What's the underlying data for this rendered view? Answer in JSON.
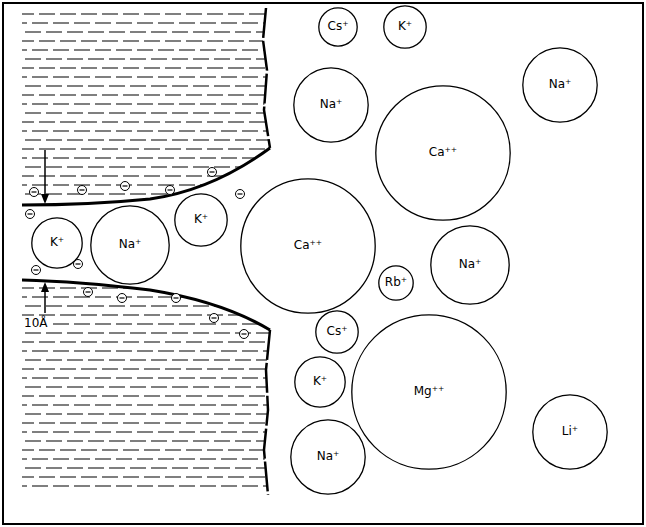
{
  "diagram": {
    "nodes": [
      {
        "text": [
          "Cs⁺"
        ]
      },
      {
        "text": [
          "K⁺"
        ]
      },
      {
        "text": [
          "Na⁺"
        ]
      },
      {
        "text": [
          "Ca⁺⁺"
        ]
      },
      {
        "text": [
          "Na⁺"
        ]
      },
      {
        "text": [
          "K⁺"
        ]
      },
      {
        "text": [
          "Na⁺"
        ]
      },
      {
        "text": [
          "K⁺"
        ]
      },
      {
        "text": [
          "Ca⁺⁺"
        ]
      },
      {
        "text": [
          "Rb⁺"
        ]
      },
      {
        "text": [
          "Na⁺"
        ]
      },
      {
        "text": [
          "Cs⁺"
        ]
      },
      {
        "text": [
          "K⁺"
        ]
      },
      {
        "text": [
          "Mg⁺⁺"
        ]
      },
      {
        "text": [
          "Li⁺"
        ]
      },
      {
        "text": [
          "Na⁺"
        ]
      }
    ],
    "labels": [
      "10Å"
    ]
  }
}
